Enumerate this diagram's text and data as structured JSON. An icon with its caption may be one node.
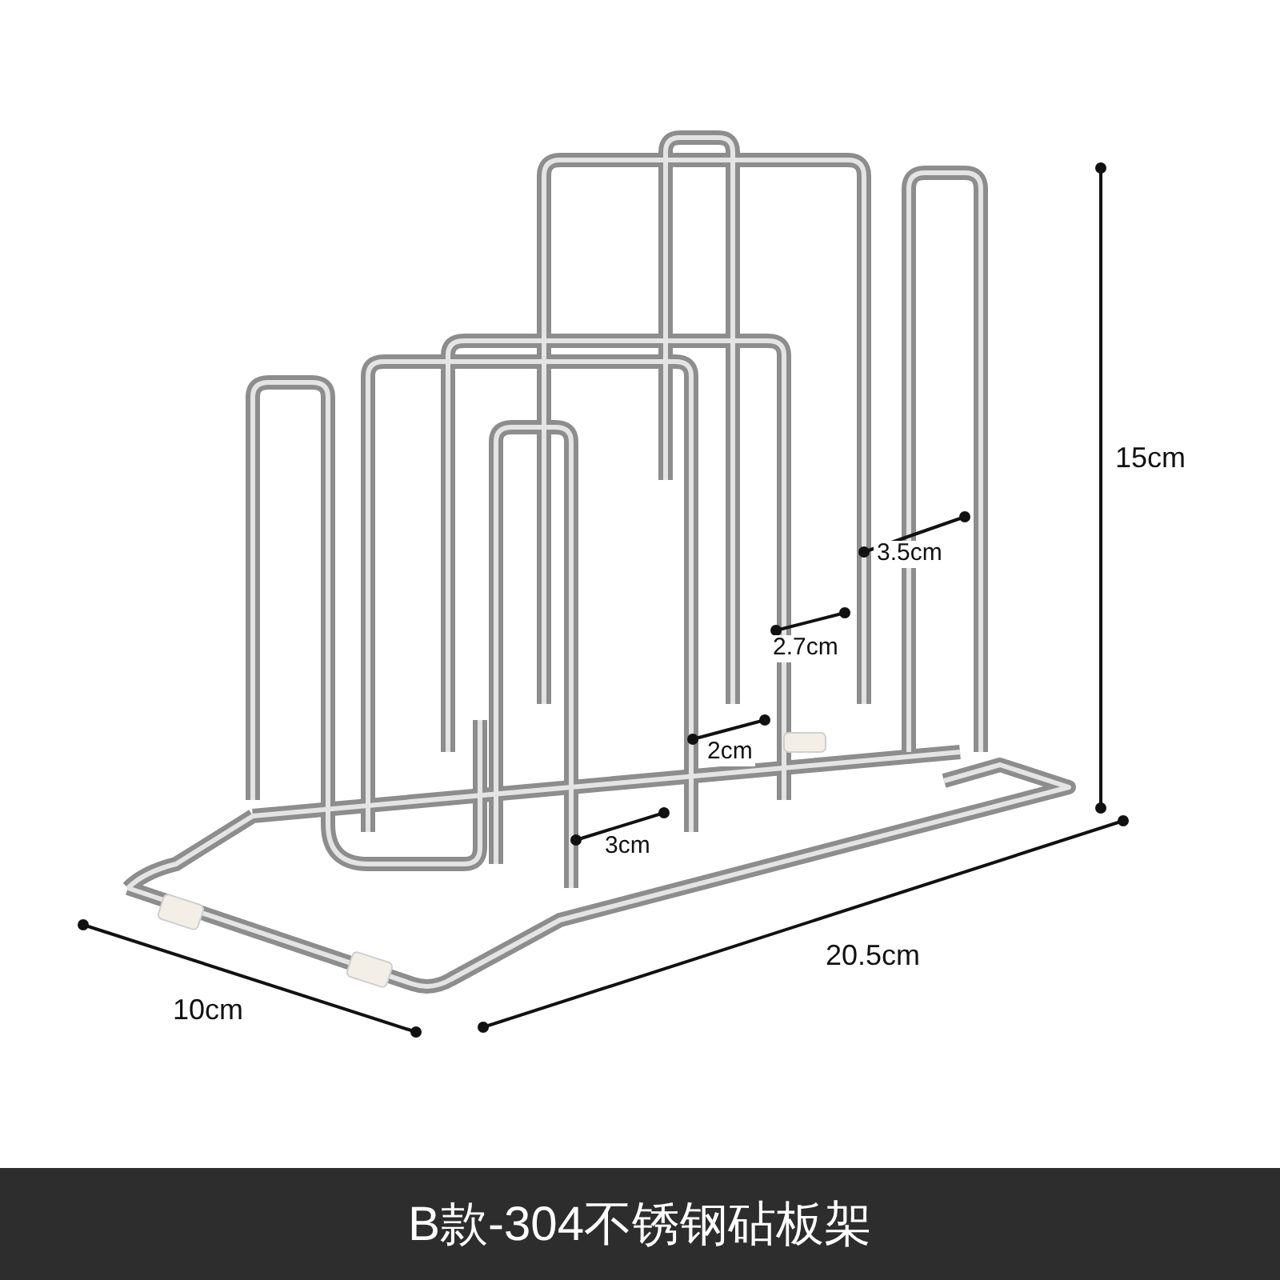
{
  "diagram": {
    "caption": "B款-304不锈钢砧板架",
    "labels": [
      "15cm",
      "3.5cm",
      "2.7cm",
      "2cm",
      "3cm",
      "20.5cm",
      "10cm"
    ]
  }
}
